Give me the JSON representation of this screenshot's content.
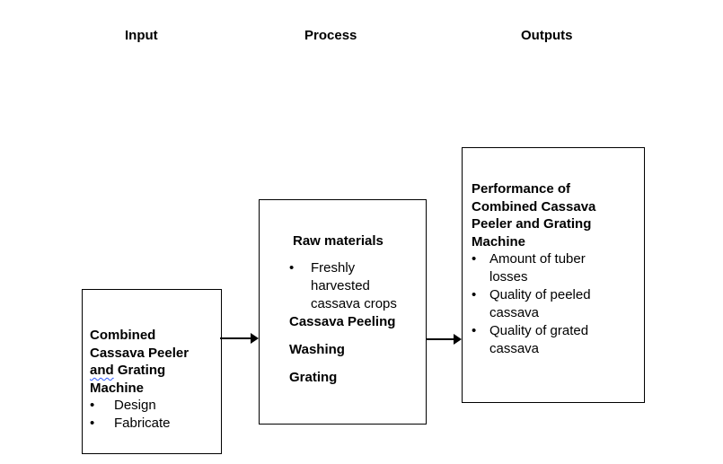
{
  "column_headers": {
    "input": "Input",
    "process": "Process",
    "outputs": "Outputs"
  },
  "input_box": {
    "title_before": "Combined Cassava Peeler ",
    "title_flagged_word": "and",
    "title_after": " Grating Machine",
    "bullets": [
      "Design",
      "Fabricate"
    ]
  },
  "process_box": {
    "heading": "Raw materials",
    "bullets": [
      "Freshly harvested cassava crops"
    ],
    "steps": [
      "Cassava Peeling",
      "Washing",
      "Grating"
    ]
  },
  "outputs_box": {
    "title": "Performance of Combined Cassava Peeler and Grating Machine",
    "bullets": [
      "Amount of tuber losses",
      "Quality of peeled cassava",
      "Quality of grated cassava"
    ]
  },
  "glyphs": {
    "bullet": "•"
  },
  "colors": {
    "background": "#ffffff",
    "text": "#000000",
    "box_border": "#000000",
    "arrow": "#000000",
    "spellcheck_underline": "#2f5bff"
  }
}
